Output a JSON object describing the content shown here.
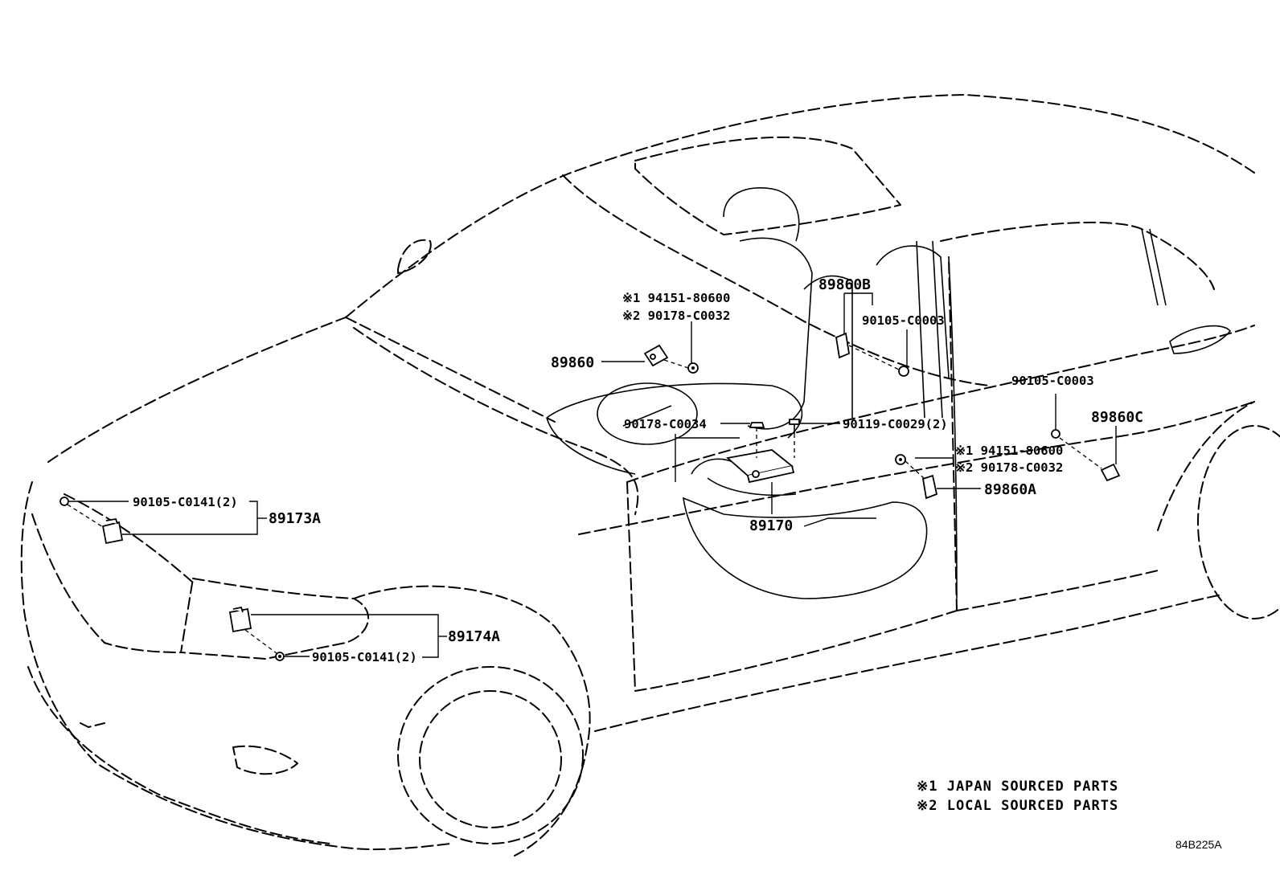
{
  "labels": {
    "ref_89860": "89860",
    "ref_89860B": "89860B",
    "ref_89860A": "89860A",
    "ref_89860C": "89860C",
    "ref_89170": "89170",
    "ref_89173A": "89173A",
    "ref_89174A": "89174A",
    "bolt_c0141_upper": "90105-C0141(2)",
    "bolt_c0141_lower": "90105-C0141(2)",
    "bolt_c0003_center": "90105-C0003",
    "bolt_c0003_right": "90105-C0003",
    "nut_c0034": "90178-C0034",
    "bolt_c0029": "90119-C0029(2)",
    "alt_left_1": "※1 94151-80600",
    "alt_left_2": "※2 90178-C0032",
    "alt_right_1": "※1 94151-80600",
    "alt_right_2": "※2 90178-C0032"
  },
  "notes": [
    "※1 JAPAN SOURCED PARTS",
    "※2 LOCAL SOURCED PARTS"
  ],
  "figure_code": "84B225A"
}
